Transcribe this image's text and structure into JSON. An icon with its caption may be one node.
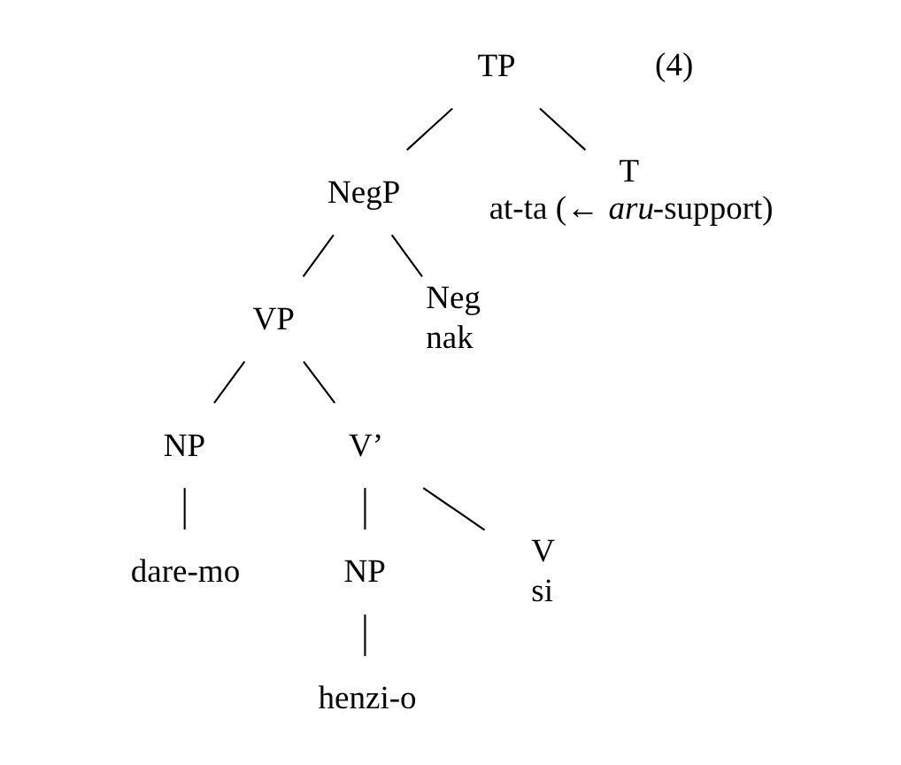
{
  "diagram": {
    "nodes": [
      {
        "text": [
          "TP"
        ]
      },
      {
        "text": [
          "NegP"
        ]
      },
      {
        "text": [
          "T"
        ],
        "beside": [
          "at-ta (← *aru*-support)"
        ]
      },
      {
        "text": [
          "VP"
        ]
      },
      {
        "text": [
          "Neg"
        ],
        "beside": [
          "nak"
        ]
      },
      {
        "text": [
          "NP"
        ]
      },
      {
        "text": [
          "V’"
        ]
      },
      {
        "text": [
          "dare-mo"
        ]
      },
      {
        "text": [
          "NP"
        ]
      },
      {
        "text": [
          "V"
        ],
        "beside": [
          "si"
        ]
      },
      {
        "text": [
          "henzi-o"
        ]
      }
    ],
    "edges": [
      {
        "from": 0,
        "to": 1,
        "arrow": "none"
      },
      {
        "from": 0,
        "to": 2,
        "arrow": "none"
      },
      {
        "from": 1,
        "to": 3,
        "arrow": "none"
      },
      {
        "from": 1,
        "to": 4,
        "arrow": "none"
      },
      {
        "from": 3,
        "to": 5,
        "arrow": "none"
      },
      {
        "from": 3,
        "to": 6,
        "arrow": "none"
      },
      {
        "from": 5,
        "to": 7,
        "arrow": "none"
      },
      {
        "from": 6,
        "to": 8,
        "arrow": "none"
      },
      {
        "from": 6,
        "to": 9,
        "arrow": "none"
      },
      {
        "from": 8,
        "to": 10,
        "arrow": "none"
      }
    ],
    "labels": [
      "(4)"
    ]
  }
}
